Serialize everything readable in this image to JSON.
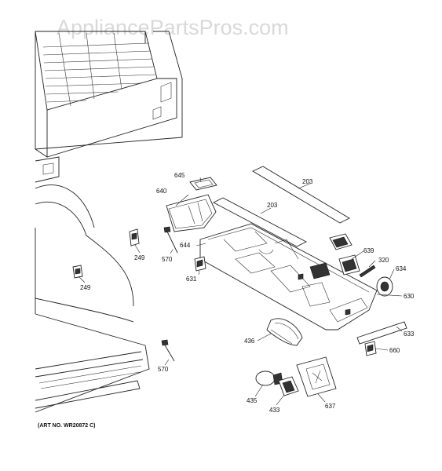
{
  "watermark": "AppliancePartsPros.com",
  "art_number": "(ART NO. WR20872 C)",
  "callouts": {
    "p645": "645",
    "p640": "640",
    "p203a": "203",
    "p203b": "203",
    "p644": "644",
    "p570a": "570",
    "p249a": "249",
    "p249b": "249",
    "p631": "631",
    "p639": "639",
    "p320": "320",
    "p634": "634",
    "p630": "630",
    "p633": "633",
    "p660": "660",
    "p436": "436",
    "p570b": "570",
    "p435": "435",
    "p433": "433",
    "p637": "637"
  }
}
